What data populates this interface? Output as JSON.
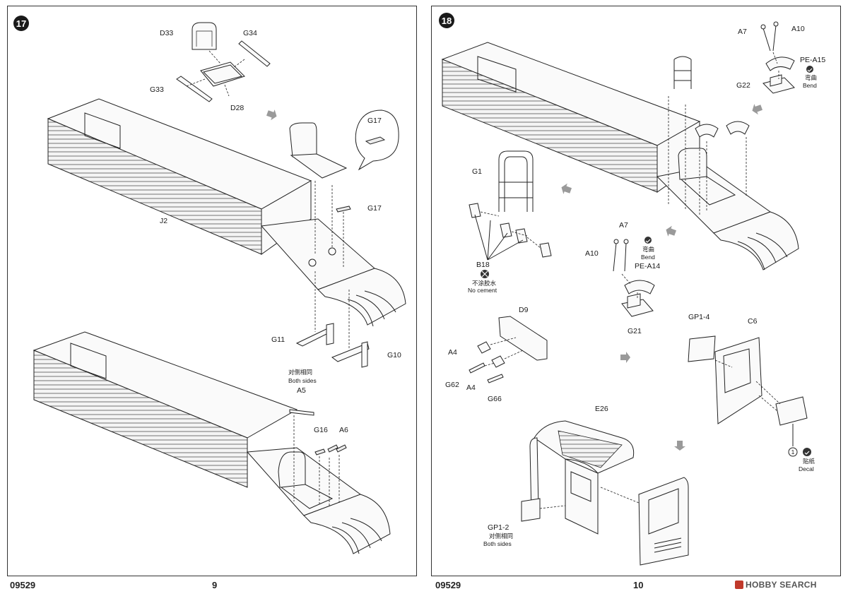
{
  "pages": [
    {
      "step": "17",
      "footer_code": "09529",
      "page_number": "9",
      "labels": {
        "d33": "D33",
        "g34": "G34",
        "g33": "G33",
        "d28": "D28",
        "g17_callout": "G17",
        "g17": "G17",
        "j2": "J2",
        "g11": "G11",
        "g10": "G10",
        "both_sides_cn": "对侧相同",
        "both_sides": "Both sides",
        "a5": "A5",
        "g16": "G16",
        "a6": "A6"
      }
    },
    {
      "step": "18",
      "footer_code": "09529",
      "page_number": "10",
      "labels": {
        "a7_top": "A7",
        "a10_top": "A10",
        "pe_a15": "PE-A15",
        "bend_cn_top": "弯曲",
        "bend_top": "Bend",
        "g22": "G22",
        "g1": "G1",
        "b18": "B18",
        "no_cement_cn": "不涂胶水",
        "no_cement": "No cement",
        "a7": "A7",
        "a10": "A10",
        "bend_cn": "弯曲",
        "bend": "Bend",
        "pe_a14": "PE-A14",
        "g21": "G21",
        "d9": "D9",
        "a4_1": "A4",
        "g62": "G62",
        "a4_2": "A4",
        "g66": "G66",
        "gp1_4": "GP1-4",
        "c6": "C6",
        "decal_num": "1",
        "decal_cn": "贴纸",
        "decal": "Decal",
        "e26": "E26",
        "gp1_2": "GP1-2",
        "both_sides_cn": "对侧相同",
        "both_sides": "Both sides"
      }
    }
  ],
  "watermark": "HOBBY SEARCH"
}
